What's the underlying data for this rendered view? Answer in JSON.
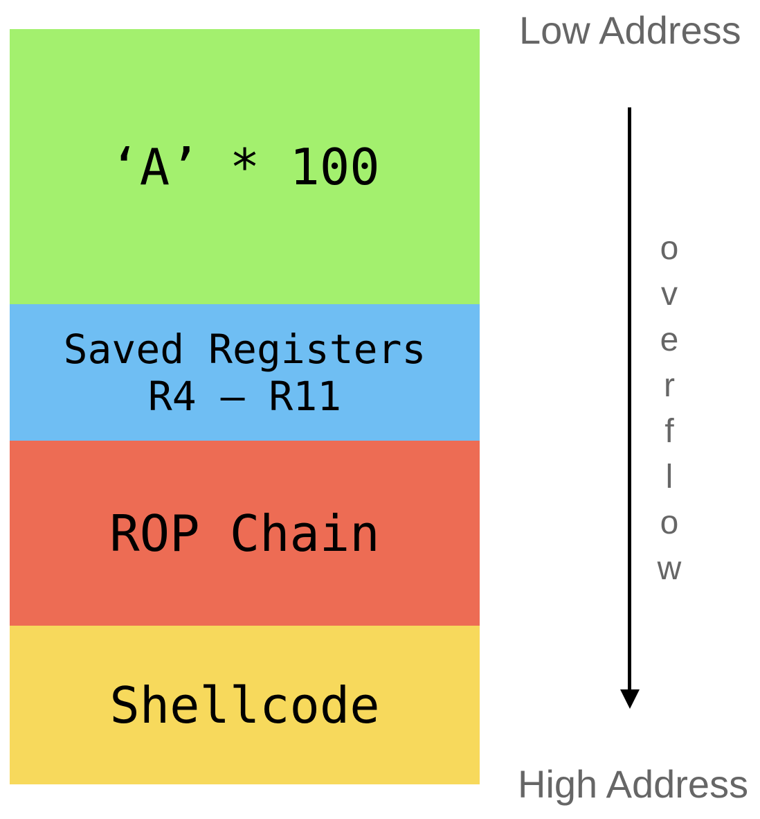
{
  "diagram": {
    "stack_blocks": [
      {
        "id": "buffer-fill",
        "label": "‘A’ * 100",
        "color": "#A3F06E"
      },
      {
        "id": "saved-registers",
        "label": "Saved Registers\nR4 – R11",
        "color": "#6FBEF3"
      },
      {
        "id": "rop-chain",
        "label": "ROP Chain",
        "color": "#ED6C54"
      },
      {
        "id": "shellcode",
        "label": "Shellcode",
        "color": "#F7D95C"
      }
    ],
    "annotations": {
      "low_address_label": "Low Address",
      "high_address_label": "High Address",
      "overflow_word": "overflow",
      "overflow_vertical": "o\nv\ne\nr\nf\nl\no\nw",
      "label_color": "#666666",
      "arrow_color": "#000000",
      "arrow_direction": "down"
    }
  }
}
